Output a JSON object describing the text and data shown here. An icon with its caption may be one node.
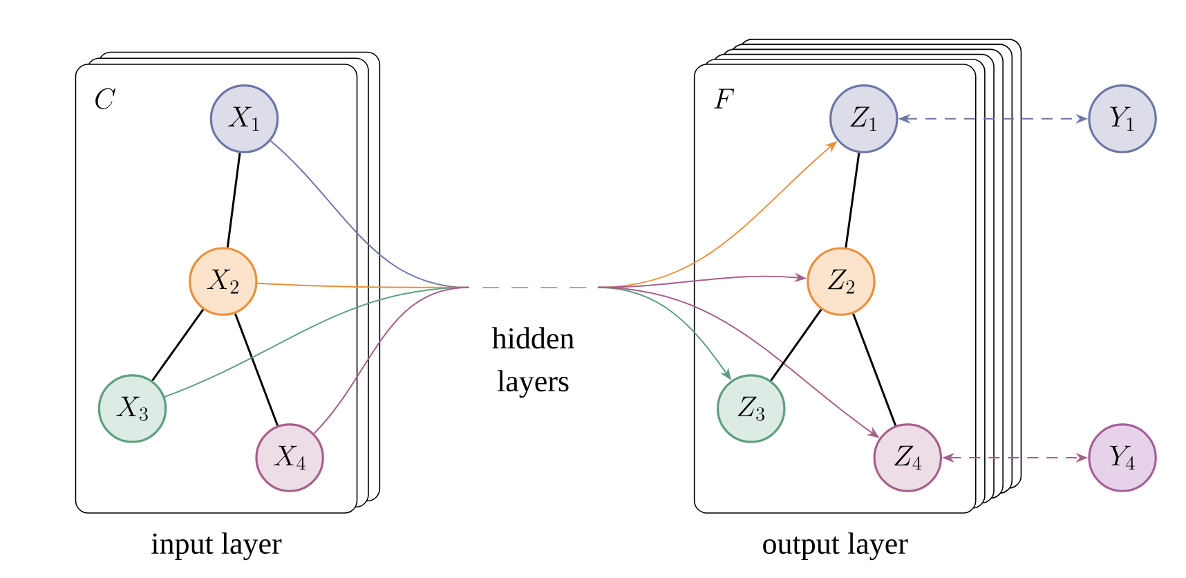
{
  "diagram": {
    "nodes": [
      {
        "text": [
          "C"
        ],
        "beside": [
          "input layer"
        ]
      },
      {
        "text": [
          "X_{1}"
        ],
        "in": 0
      },
      {
        "text": [
          "X_{2}"
        ],
        "in": 0
      },
      {
        "text": [
          "X_{3}"
        ],
        "in": 0
      },
      {
        "text": [
          "X_{4}"
        ],
        "in": 0
      },
      {
        "text": [
          "F"
        ],
        "beside": [
          "output layer"
        ]
      },
      {
        "text": [
          "Z_{1}"
        ],
        "in": 5
      },
      {
        "text": [
          "Z_{2}"
        ],
        "in": 5
      },
      {
        "text": [
          "Z_{3}"
        ],
        "in": 5
      },
      {
        "text": [
          "Z_{4}"
        ],
        "in": 5
      },
      {
        "text": [
          "Y_{1}"
        ]
      },
      {
        "text": [
          "Y_{4}"
        ]
      },
      {
        "text": [
          "hidden layers"
        ]
      }
    ],
    "edges": [
      {
        "from": 1,
        "to": 2,
        "arrow": "none"
      },
      {
        "from": 2,
        "to": 3,
        "arrow": "none"
      },
      {
        "from": 2,
        "to": 4,
        "arrow": "none"
      },
      {
        "from": 1,
        "to": 12,
        "arrow": "none",
        "color": "#6b76a8"
      },
      {
        "from": 2,
        "to": 12,
        "arrow": "none",
        "color": "#e8903c"
      },
      {
        "from": 3,
        "to": 12,
        "arrow": "none",
        "color": "#5e9e7e"
      },
      {
        "from": 4,
        "to": 12,
        "arrow": "none",
        "color": "#a65f8a"
      },
      {
        "from": 12,
        "to": 6,
        "arrow": "to",
        "color": "#e8903c"
      },
      {
        "from": 12,
        "to": 7,
        "arrow": "to",
        "color": "#a65f8a"
      },
      {
        "from": 12,
        "to": 8,
        "arrow": "to",
        "color": "#5e9e7e"
      },
      {
        "from": 12,
        "to": 9,
        "arrow": "to",
        "color": "#a65f8a"
      },
      {
        "from": 6,
        "to": 7,
        "arrow": "none"
      },
      {
        "from": 7,
        "to": 8,
        "arrow": "none"
      },
      {
        "from": 7,
        "to": 9,
        "arrow": "none"
      },
      {
        "from": 6,
        "to": 10,
        "arrow": "both",
        "style": "dashed",
        "color": "#6b76a8"
      },
      {
        "from": 9,
        "to": 11,
        "arrow": "both",
        "style": "dashed",
        "color": "#a65f8a"
      }
    ]
  }
}
